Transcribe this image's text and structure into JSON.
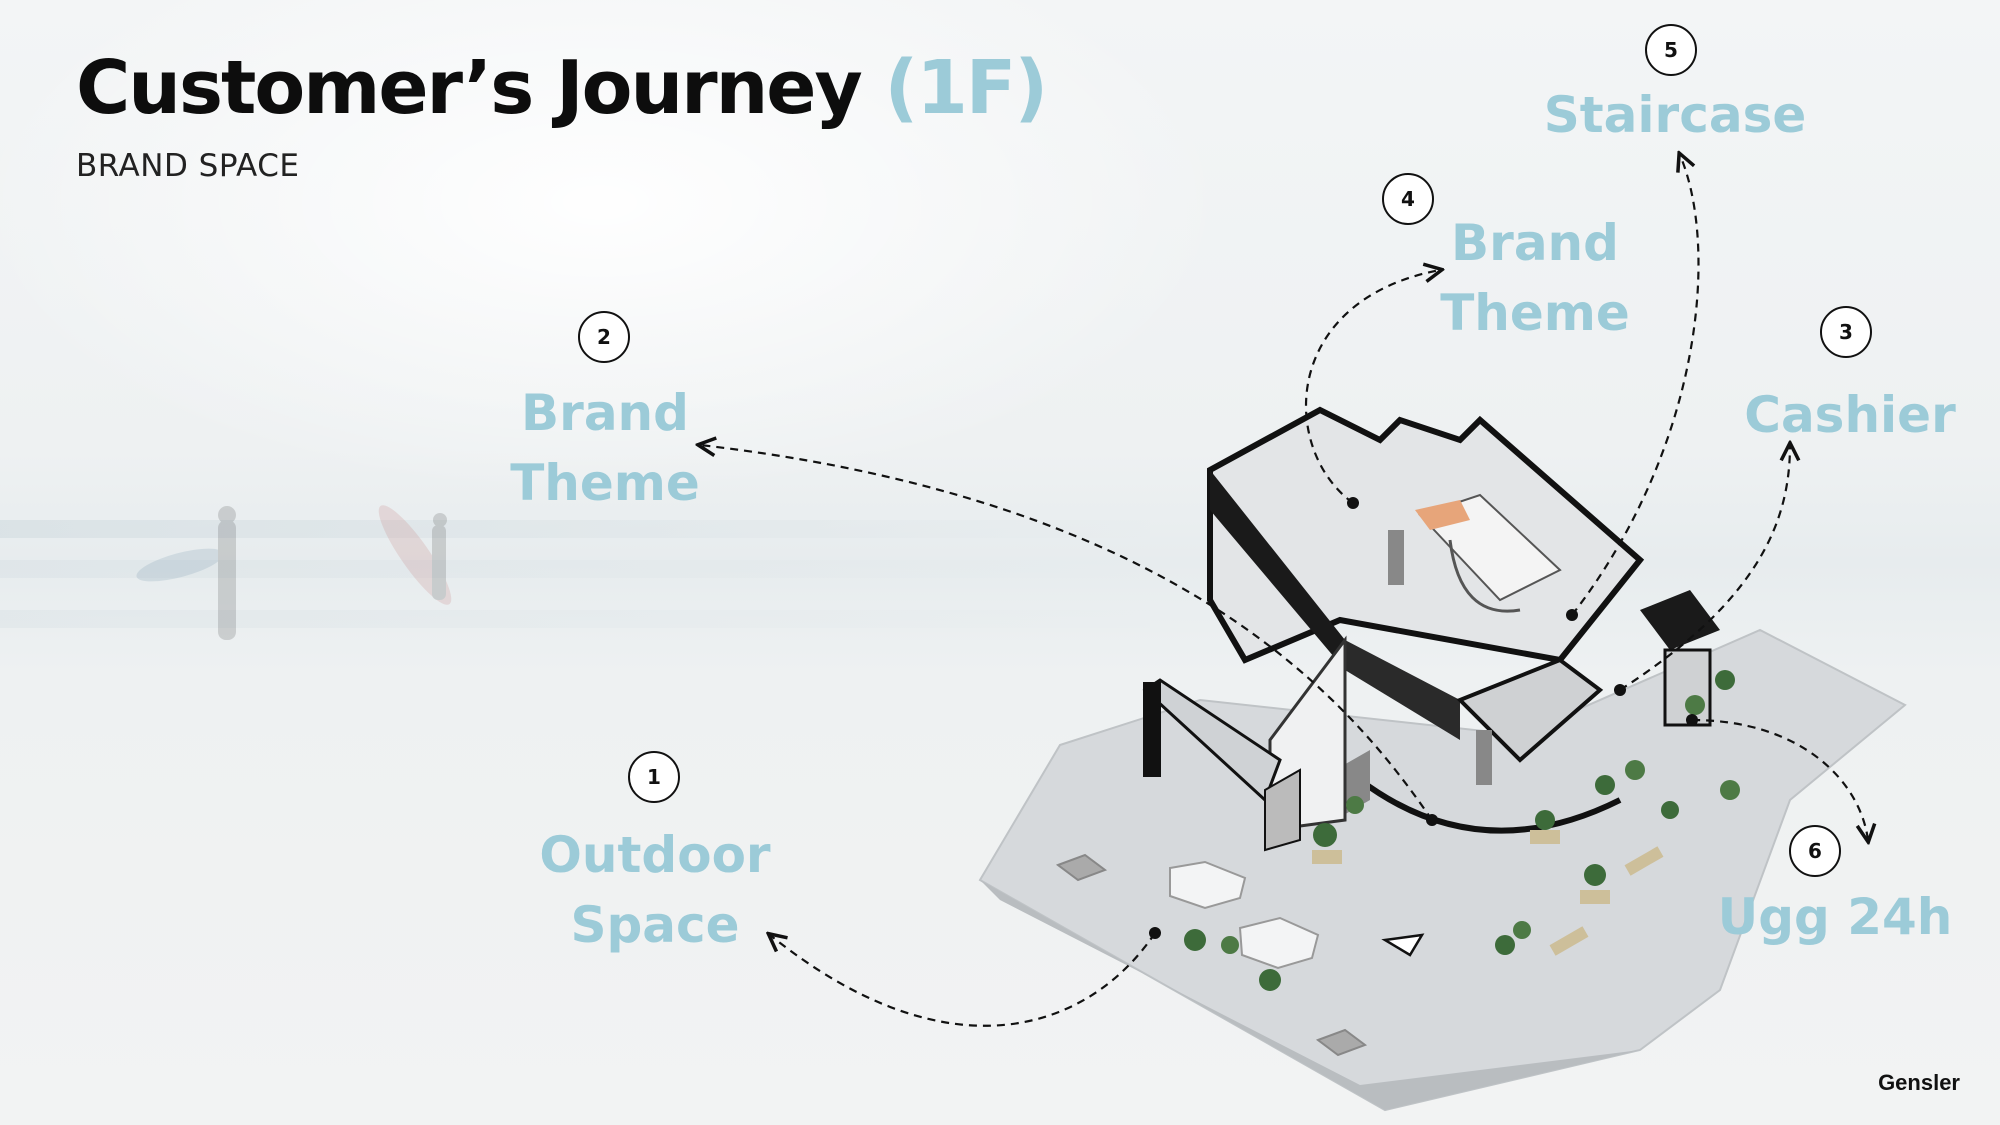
{
  "header": {
    "title": "Customer’s Journey",
    "title_suffix": "(1F)",
    "subtitle": "BRAND SPACE"
  },
  "stops": [
    {
      "number": "1",
      "line1": "Outdoor",
      "line2": "Space"
    },
    {
      "number": "2",
      "line1": "Brand",
      "line2": "Theme"
    },
    {
      "number": "3",
      "line1": "Cashier",
      "line2": ""
    },
    {
      "number": "4",
      "line1": "Brand",
      "line2": "Theme"
    },
    {
      "number": "5",
      "line1": "Staircase",
      "line2": ""
    },
    {
      "number": "6",
      "line1": "Ugg 24h",
      "line2": ""
    }
  ],
  "logo": "Gensler",
  "colors": {
    "accent": "#9ccbd8",
    "text": "#0d0d0d"
  }
}
